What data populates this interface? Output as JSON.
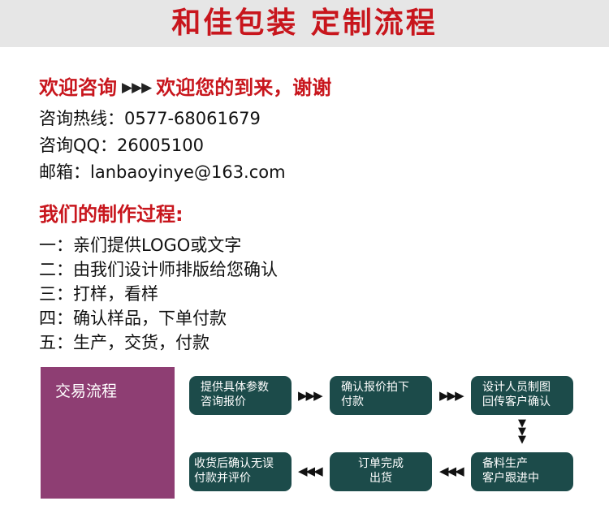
{
  "header": {
    "title": "和佳包装  定制流程"
  },
  "welcome": {
    "left": "欢迎咨询",
    "arrows": "▶▶▶",
    "right": "欢迎您的到来，谢谢"
  },
  "contact": {
    "hotline": "咨询热线：0577-68061679",
    "qq": "咨询QQ：26005100",
    "email": "邮箱：lanbaoyinye@163.com"
  },
  "process": {
    "title": "我们的制作过程:",
    "steps": [
      "一：亲们提供LOGO或文字",
      "二：由我们设计师排版给您确认",
      "三：打样，看样",
      "四：确认样品，下单付款",
      "五：生产，交货，付款"
    ]
  },
  "trade": {
    "label": "交易流程",
    "boxes": [
      {
        "line1": "提供具体参数",
        "line2": "咨询报价"
      },
      {
        "line1": "确认报价拍下",
        "line2": "付款"
      },
      {
        "line1": "设计人员制图",
        "line2": "回传客户确认"
      },
      {
        "line1": "备料生产",
        "line2": "客户跟进中"
      },
      {
        "line1": "订单完成",
        "line2": "出货"
      },
      {
        "line1": "收货后确认无误",
        "line2": "付款并评价"
      }
    ],
    "arrow_right": "▶▶▶",
    "arrow_left": "◀◀◀",
    "arrow_down": "▼▼▼",
    "colors": {
      "panel": "#8e3e73",
      "box": "#1c4b4a",
      "accent": "#c8161d"
    }
  }
}
